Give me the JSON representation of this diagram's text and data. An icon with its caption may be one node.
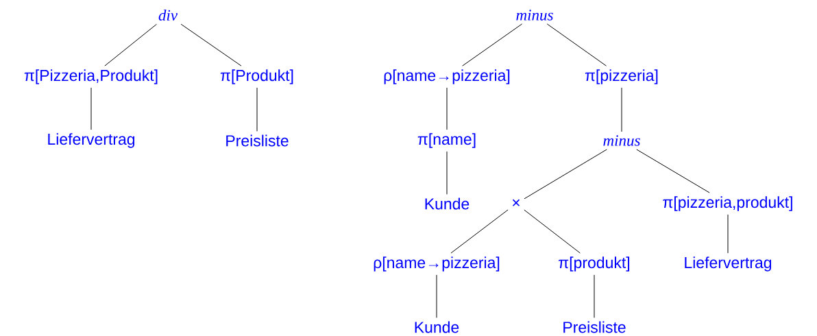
{
  "diagram": {
    "nodes": [
      {
        "text": [
          "div"
        ]
      },
      {
        "text": [
          "π[Pizzeria,Produkt]"
        ]
      },
      {
        "text": [
          "π[Produkt]"
        ]
      },
      {
        "text": [
          "Liefervertrag"
        ]
      },
      {
        "text": [
          "Preisliste"
        ]
      },
      {
        "text": [
          "minus"
        ]
      },
      {
        "text": [
          "ρ[name→pizzeria]"
        ]
      },
      {
        "text": [
          "π[pizzeria]"
        ]
      },
      {
        "text": [
          "π[name]"
        ]
      },
      {
        "text": [
          "minus"
        ]
      },
      {
        "text": [
          "Kunde"
        ]
      },
      {
        "text": [
          "×"
        ]
      },
      {
        "text": [
          "π[pizzeria,produkt]"
        ]
      },
      {
        "text": [
          "ρ[name→pizzeria]"
        ]
      },
      {
        "text": [
          "π[produkt]"
        ]
      },
      {
        "text": [
          "Liefervertrag"
        ]
      },
      {
        "text": [
          "Kunde"
        ]
      },
      {
        "text": [
          "Preisliste"
        ]
      }
    ],
    "edges": [
      {
        "from": 0,
        "to": 1,
        "arrow": "none"
      },
      {
        "from": 0,
        "to": 2,
        "arrow": "none"
      },
      {
        "from": 1,
        "to": 3,
        "arrow": "none"
      },
      {
        "from": 2,
        "to": 4,
        "arrow": "none"
      },
      {
        "from": 5,
        "to": 6,
        "arrow": "none"
      },
      {
        "from": 5,
        "to": 7,
        "arrow": "none"
      },
      {
        "from": 6,
        "to": 8,
        "arrow": "none"
      },
      {
        "from": 7,
        "to": 9,
        "arrow": "none"
      },
      {
        "from": 8,
        "to": 10,
        "arrow": "none"
      },
      {
        "from": 9,
        "to": 11,
        "arrow": "none"
      },
      {
        "from": 9,
        "to": 12,
        "arrow": "none"
      },
      {
        "from": 11,
        "to": 13,
        "arrow": "none"
      },
      {
        "from": 11,
        "to": 14,
        "arrow": "none"
      },
      {
        "from": 12,
        "to": 15,
        "arrow": "none"
      },
      {
        "from": 13,
        "to": 16,
        "arrow": "none"
      },
      {
        "from": 14,
        "to": 17,
        "arrow": "none"
      }
    ]
  }
}
